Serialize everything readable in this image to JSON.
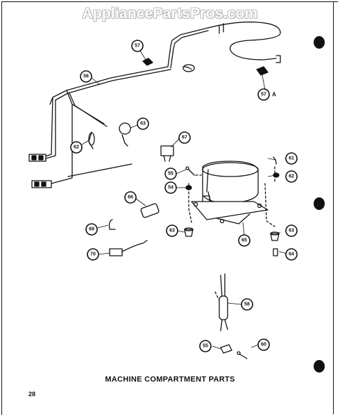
{
  "watermark": "AppliancePartsPros.com",
  "caption": "MACHINE COMPARTMENT PARTS",
  "page_number": "28",
  "callouts": [
    {
      "id": "p57-top",
      "label": "57"
    },
    {
      "id": "p56",
      "label": "56"
    },
    {
      "id": "p57a",
      "label": "57",
      "suffix": "A"
    },
    {
      "id": "p63-top",
      "label": "63"
    },
    {
      "id": "p62-left",
      "label": "62"
    },
    {
      "id": "p67",
      "label": "67"
    },
    {
      "id": "p61",
      "label": "61"
    },
    {
      "id": "p55-top",
      "label": "55"
    },
    {
      "id": "p62-right",
      "label": "62"
    },
    {
      "id": "p54",
      "label": "54"
    },
    {
      "id": "p66",
      "label": "66"
    },
    {
      "id": "p69",
      "label": "69"
    },
    {
      "id": "p63-left",
      "label": "63"
    },
    {
      "id": "p65",
      "label": "65"
    },
    {
      "id": "p63-right",
      "label": "63"
    },
    {
      "id": "p70",
      "label": "70"
    },
    {
      "id": "p64",
      "label": "64"
    },
    {
      "id": "p58",
      "label": "58"
    },
    {
      "id": "p55-bottom",
      "label": "55"
    },
    {
      "id": "p60",
      "label": "60"
    }
  ]
}
